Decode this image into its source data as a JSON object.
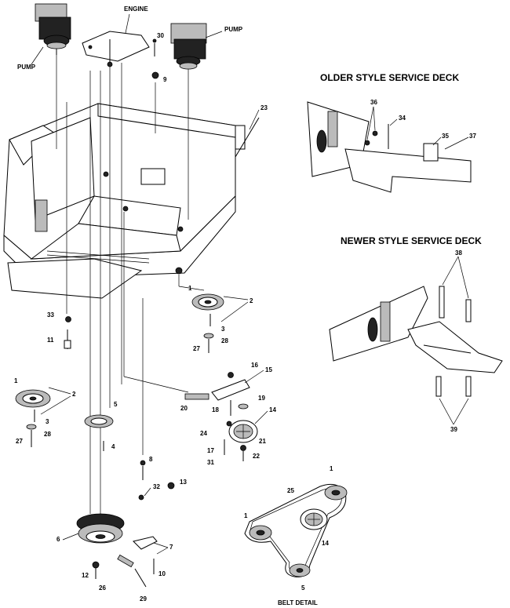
{
  "labels": {
    "engine": "ENGINE",
    "pump_left": "PUMP",
    "pump_right": "PUMP",
    "older_deck": "OLDER STYLE SERVICE DECK",
    "newer_deck": "NEWER STYLE SERVICE DECK",
    "belt_detail": "BELT DETAIL"
  },
  "callouts": {
    "c30": "30",
    "c9": "9",
    "c23": "23",
    "c36": "36",
    "c34": "34",
    "c35": "35",
    "c37": "37",
    "c38": "38",
    "c39": "39",
    "c1a": "1",
    "c2a": "2",
    "c3a": "3",
    "c27a": "27",
    "c28a": "28",
    "c33": "33",
    "c11": "11",
    "c1b": "1",
    "c2b": "2",
    "c3b": "3",
    "c28b": "28",
    "c27b": "27",
    "c5": "5",
    "c4": "4",
    "c16": "16",
    "c15": "15",
    "c20": "20",
    "c18": "18",
    "c19": "19",
    "c24": "24",
    "c14": "14",
    "c21": "21",
    "c17": "17",
    "c31": "31",
    "c22": "22",
    "c8": "8",
    "c13": "13",
    "c32": "32",
    "c6": "6",
    "c7": "7",
    "c10": "10",
    "c12": "12",
    "c26": "26",
    "c29": "29",
    "c1c": "1",
    "c25": "25",
    "c1d": "1",
    "c14b": "14",
    "c5b": "5"
  }
}
